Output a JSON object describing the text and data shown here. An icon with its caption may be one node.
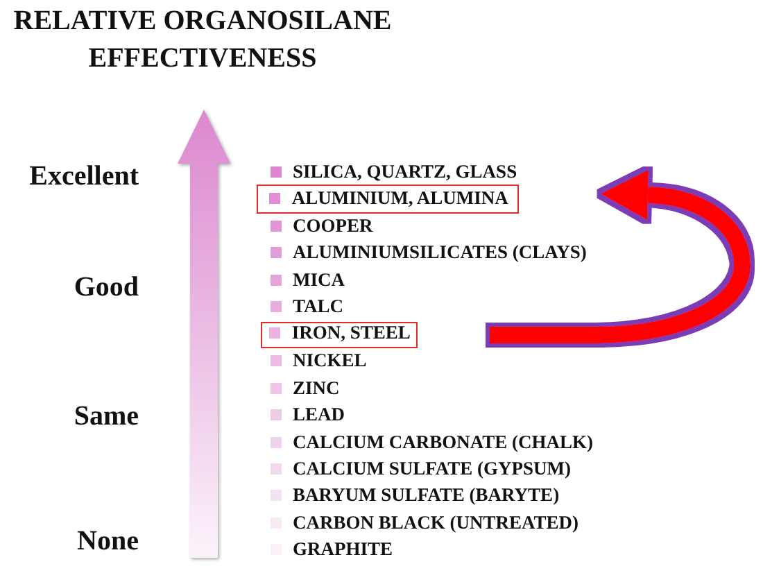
{
  "diagram": {
    "title": "RELATIVE ORGANOSILANE EFFECTIVENESS",
    "nodes": [
      {
        "text": [
          "ALUMINIUM, ALUMINA"
        ]
      },
      {
        "text": [
          "IRON, STEEL"
        ]
      }
    ],
    "edges": [
      {
        "from": 1,
        "to": 0,
        "arrow": "to"
      }
    ],
    "labels": [
      "Excellent",
      "Good",
      "Same",
      "None",
      "SILICA, QUARTZ, GLASS",
      "COOPER",
      "ALUMINIUMSILICATES (CLAYS)",
      "MICA",
      "TALC",
      "NICKEL",
      "ZINC",
      "LEAD",
      "CALCIUM CARBONATE (CHALK)",
      "CALCIUM SULFATE (GYPSUM)",
      "BARYUM SULFATE (BARYTE)",
      "CARBON BLACK (UNTREATED)",
      "GRAPHITE"
    ]
  }
}
